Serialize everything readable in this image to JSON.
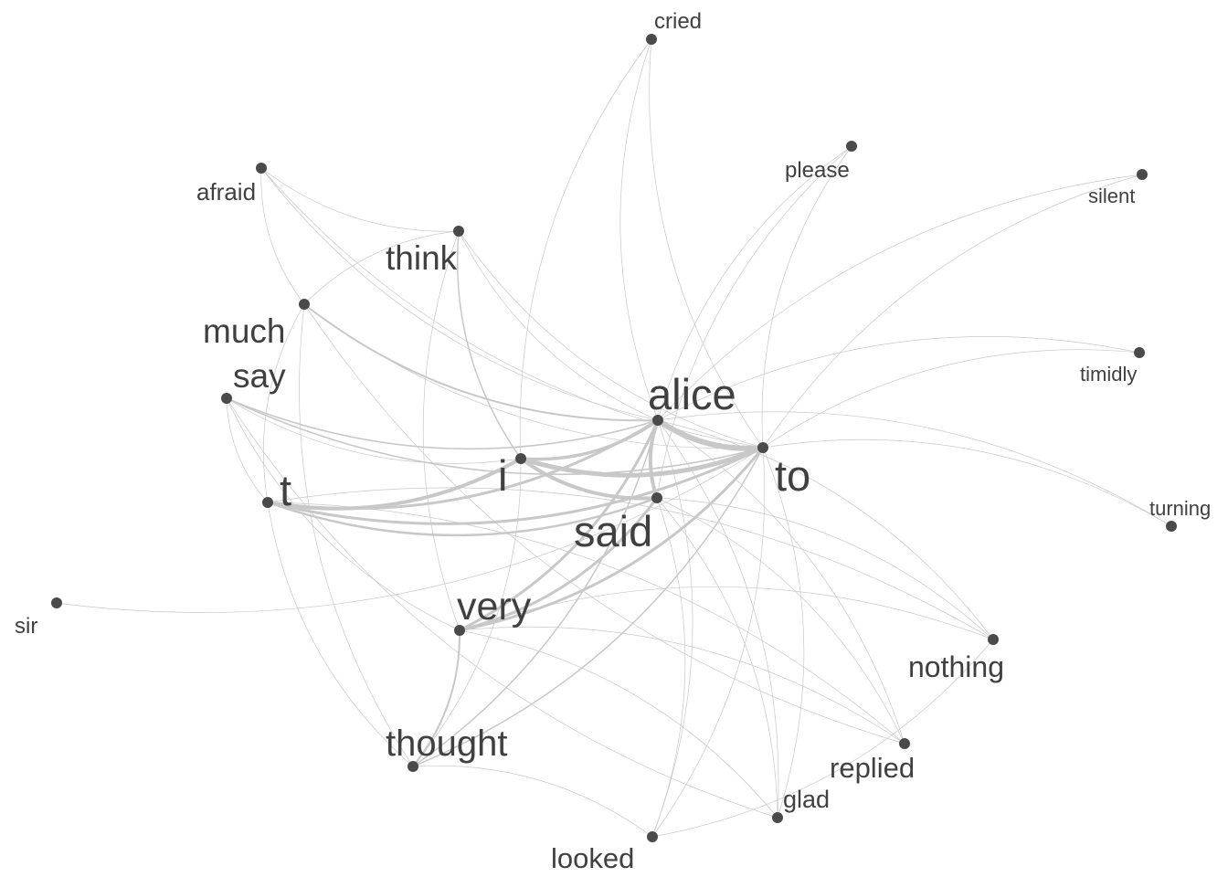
{
  "graph": {
    "node_color": "#4a4a4a",
    "edge_color": "#c8c8c8",
    "background": "#ffffff",
    "nodes": [
      {
        "id": "cried",
        "label": "cried"
      },
      {
        "id": "please",
        "label": "please"
      },
      {
        "id": "silent",
        "label": "silent"
      },
      {
        "id": "afraid",
        "label": "afraid"
      },
      {
        "id": "think",
        "label": "think"
      },
      {
        "id": "much",
        "label": "much"
      },
      {
        "id": "say",
        "label": "say"
      },
      {
        "id": "alice",
        "label": "alice"
      },
      {
        "id": "timidly",
        "label": "timidly"
      },
      {
        "id": "i",
        "label": "i"
      },
      {
        "id": "to",
        "label": "to"
      },
      {
        "id": "t",
        "label": "t"
      },
      {
        "id": "said",
        "label": "said"
      },
      {
        "id": "turning",
        "label": "turning"
      },
      {
        "id": "sir",
        "label": "sir"
      },
      {
        "id": "very",
        "label": "very"
      },
      {
        "id": "nothing",
        "label": "nothing"
      },
      {
        "id": "thought",
        "label": "thought"
      },
      {
        "id": "replied",
        "label": "replied"
      },
      {
        "id": "glad",
        "label": "glad"
      },
      {
        "id": "looked",
        "label": "looked"
      }
    ],
    "edges": [
      [
        "alice",
        "to"
      ],
      [
        "alice",
        "said"
      ],
      [
        "i",
        "to"
      ],
      [
        "i",
        "said"
      ],
      [
        "i",
        "alice"
      ],
      [
        "t",
        "i"
      ],
      [
        "t",
        "alice"
      ],
      [
        "t",
        "to"
      ],
      [
        "t",
        "said"
      ],
      [
        "very",
        "alice"
      ],
      [
        "very",
        "to"
      ],
      [
        "very",
        "said"
      ],
      [
        "thought",
        "alice"
      ],
      [
        "thought",
        "to"
      ],
      [
        "thought",
        "very"
      ],
      [
        "much",
        "alice"
      ],
      [
        "much",
        "to"
      ],
      [
        "say",
        "alice"
      ],
      [
        "say",
        "to"
      ],
      [
        "think",
        "i"
      ],
      [
        "think",
        "alice"
      ],
      [
        "think",
        "to"
      ],
      [
        "cried",
        "alice"
      ],
      [
        "cried",
        "to"
      ],
      [
        "please",
        "alice"
      ],
      [
        "please",
        "to"
      ],
      [
        "please",
        "said"
      ],
      [
        "silent",
        "to"
      ],
      [
        "silent",
        "alice"
      ],
      [
        "timidly",
        "to"
      ],
      [
        "timidly",
        "alice"
      ],
      [
        "turning",
        "to"
      ],
      [
        "turning",
        "alice"
      ],
      [
        "sir",
        "to"
      ],
      [
        "nothing",
        "alice"
      ],
      [
        "nothing",
        "said"
      ],
      [
        "nothing",
        "very"
      ],
      [
        "replied",
        "alice"
      ],
      [
        "replied",
        "said"
      ],
      [
        "replied",
        "very"
      ],
      [
        "glad",
        "alice"
      ],
      [
        "glad",
        "said"
      ],
      [
        "glad",
        "to"
      ],
      [
        "looked",
        "alice"
      ],
      [
        "looked",
        "said"
      ],
      [
        "looked",
        "thought"
      ],
      [
        "afraid",
        "much"
      ],
      [
        "afraid",
        "think"
      ],
      [
        "afraid",
        "to"
      ],
      [
        "afraid",
        "alice"
      ],
      [
        "much",
        "t"
      ],
      [
        "much",
        "thought"
      ],
      [
        "say",
        "t"
      ],
      [
        "say",
        "very"
      ],
      [
        "say",
        "i"
      ],
      [
        "think",
        "very"
      ],
      [
        "t",
        "thought"
      ],
      [
        "thought",
        "i"
      ],
      [
        "looked",
        "to"
      ],
      [
        "looked",
        "nothing"
      ],
      [
        "glad",
        "very"
      ],
      [
        "replied",
        "t"
      ],
      [
        "nothing",
        "t"
      ],
      [
        "cried",
        "i"
      ],
      [
        "think",
        "much"
      ],
      [
        "much",
        "replied"
      ],
      [
        "say",
        "glad"
      ]
    ]
  }
}
